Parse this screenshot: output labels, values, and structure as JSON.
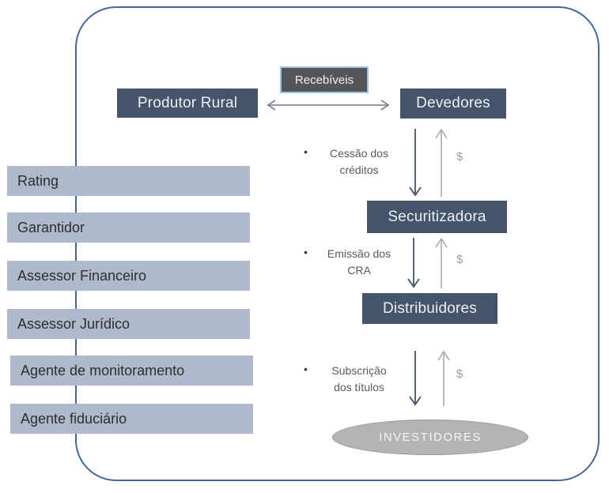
{
  "nodes": {
    "produtor_rural": "Produtor Rural",
    "recebiveis": "Recebíveis",
    "devedores": "Devedores",
    "securitizadora": "Securitizadora",
    "distribuidores": "Distribuidores",
    "investidores": "INVESTIDORES"
  },
  "notes": {
    "bullet": "•",
    "dollar": "$",
    "cessao_line1": "Cessão dos",
    "cessao_line2": "créditos",
    "emissao_line1": "Emissão dos",
    "emissao_line2": "CRA",
    "subscricao_line1": "Subscrição",
    "subscricao_line2": "dos títulos"
  },
  "side_panel": {
    "items": [
      {
        "label": "Rating"
      },
      {
        "label": "Garantidor"
      },
      {
        "label": "Assessor Financeiro"
      },
      {
        "label": "Assessor Jurídico"
      },
      {
        "label": "Agente de monitoramento"
      },
      {
        "label": "Agente fiduciário"
      }
    ]
  },
  "colors": {
    "dark_node": "#44546A",
    "side_box": "#AEB9CC",
    "receivables_box": "#54565A",
    "receivables_border": "#9DC3E6",
    "outer_border": "#44679E",
    "gray_arrow": "#A8A8A8",
    "dark_arrow": "#44546A",
    "double_arrow": "#6B7A94",
    "ellipse_fill": "#B4B4B4",
    "note_text": "#595959"
  }
}
